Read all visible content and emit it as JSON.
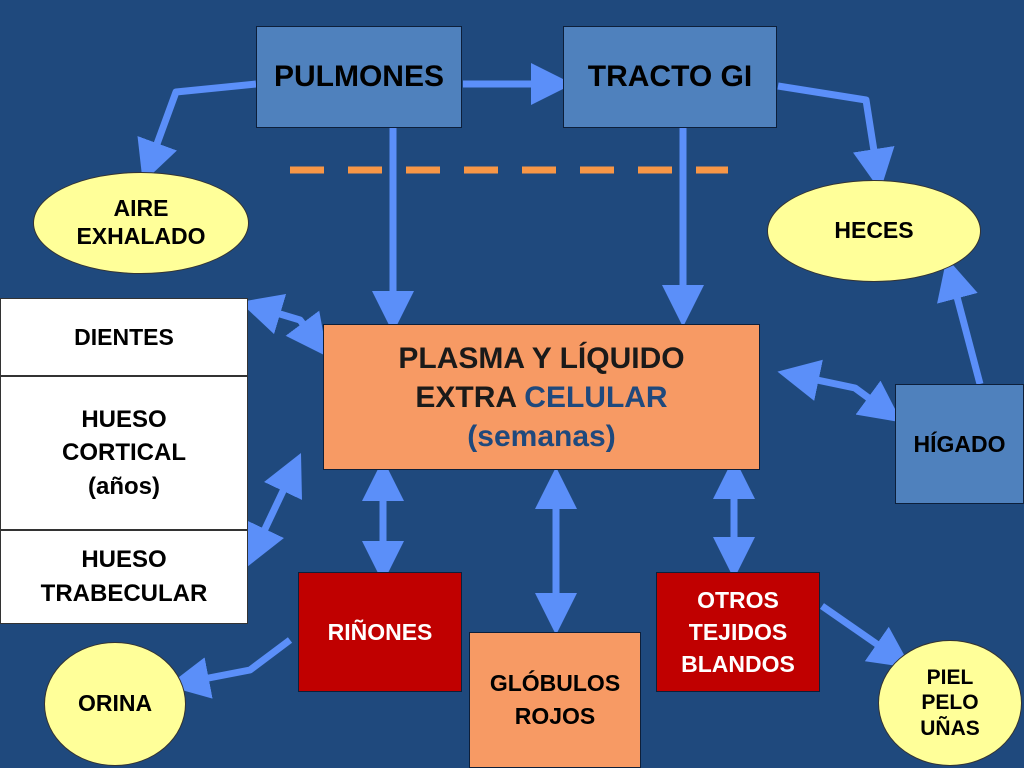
{
  "nodes": {
    "pulmones": "PULMONES",
    "tracto_gi": "TRACTO GI",
    "aire_line1": "AIRE",
    "aire_line2": "EXHALADO",
    "heces": "HECES",
    "dientes": "DIENTES",
    "hueso_cortical_line1": "HUESO",
    "hueso_cortical_line2": "CORTICAL",
    "hueso_cortical_line3": "(años)",
    "hueso_trabecular_line1": "HUESO",
    "hueso_trabecular_line2": "TRABECULAR",
    "plasma_line1": "PLASMA Y LÍQUIDO",
    "plasma_line2_a": "EXTRA ",
    "plasma_line2_b": "CELULAR",
    "plasma_line3": "(semanas)",
    "higado": "HÍGADO",
    "rinones": "RIÑONES",
    "globulos_line1": "GLÓBULOS",
    "globulos_line2": "ROJOS",
    "otros_line1": "OTROS",
    "otros_line2": "TEJIDOS",
    "otros_line3": "BLANDOS",
    "orina": "ORINA",
    "piel_line1": "PIEL",
    "piel_line2": "PELO",
    "piel_line3": "UÑAS"
  },
  "colors": {
    "background": "#1f497d",
    "arrow": "#5b8ff9",
    "dashed_line": "#f79646",
    "box_blue": "#4f81bd",
    "box_salmon": "#f79a64",
    "box_red": "#c00000",
    "ellipse_yellow": "#ffff99"
  }
}
